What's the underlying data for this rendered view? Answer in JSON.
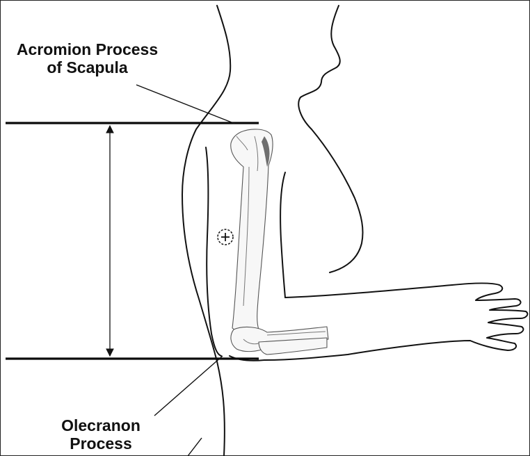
{
  "labels": {
    "acromion": [
      "Acromion Process",
      "of Scapula"
    ],
    "olecranon": [
      "Olecranon",
      "Process"
    ]
  },
  "colors": {
    "line": "#111111",
    "bone_fill": "#f7f7f7",
    "bone_shade": "#6e6e6e",
    "background": "#ffffff"
  },
  "icons": {
    "midpoint": "crosshair-circle-icon",
    "measurement": "double-headed-arrow-icon"
  }
}
